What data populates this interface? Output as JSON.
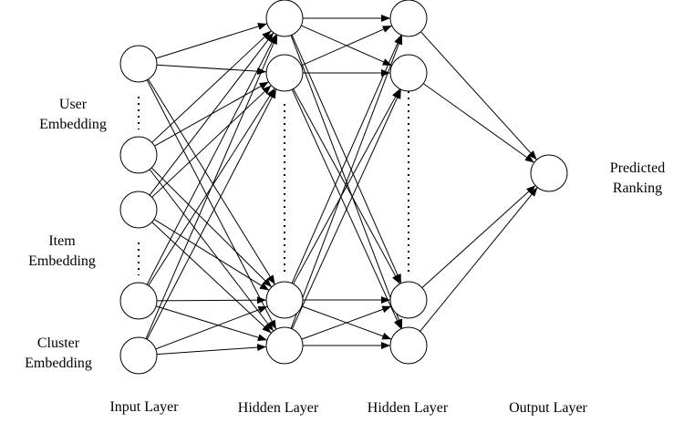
{
  "diagram": {
    "input_labels": [
      {
        "line1": "User",
        "line2": "Embedding"
      },
      {
        "line1": "Item",
        "line2": "Embedding"
      },
      {
        "line1": "Cluster",
        "line2": "Embedding"
      }
    ],
    "output_label": {
      "line1": "Predicted",
      "line2": "Ranking"
    },
    "layer_labels": [
      "Input Layer",
      "Hidden Layer",
      "Hidden Layer",
      "Output Layer"
    ],
    "layers": [
      {
        "nodes": 5,
        "ellipsis": true
      },
      {
        "nodes": 4,
        "ellipsis": true
      },
      {
        "nodes": 4,
        "ellipsis": true
      },
      {
        "nodes": 1,
        "ellipsis": false
      }
    ],
    "connectivity": "fully-connected",
    "stroke_color": "#000000",
    "node_fill": "#ffffff"
  }
}
